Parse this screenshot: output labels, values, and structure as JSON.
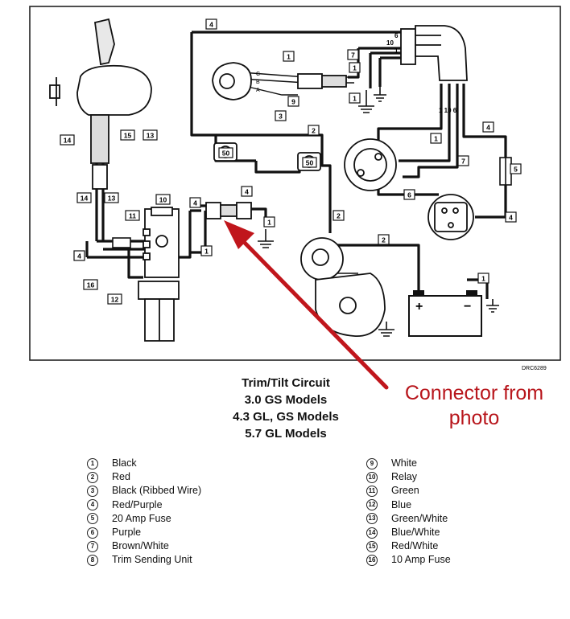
{
  "diagram": {
    "drawing_code": "DRC6289",
    "title_lines": [
      "Trim/Tilt Circuit",
      "3.0 GS Models",
      "4.3 GL, GS Models",
      "5.7 GL Models"
    ],
    "callout_lines": [
      "Connector from",
      "photo"
    ],
    "callout_color": "#b8161c",
    "battery_plus": "+",
    "battery_minus": "−",
    "labels": {
      "l1": "1",
      "l2": "2",
      "l3": "3",
      "l4": "4",
      "l5": "5",
      "l6": "6",
      "l7": "7",
      "l9": "9",
      "l10": "10",
      "l11": "11",
      "l12": "12",
      "l13": "13",
      "l14": "14",
      "l15": "15",
      "l16": "16",
      "l50": "50"
    },
    "pins": {
      "p6": "6",
      "p10": "10",
      "p1": "1",
      "p1106": "1 10 6",
      "pA": "A",
      "pB": "B",
      "pC": "C"
    }
  },
  "legend": {
    "left": [
      {
        "num": "1",
        "label": "Black"
      },
      {
        "num": "2",
        "label": "Red"
      },
      {
        "num": "3",
        "label": "Black (Ribbed Wire)"
      },
      {
        "num": "4",
        "label": "Red/Purple"
      },
      {
        "num": "5",
        "label": "20 Amp Fuse"
      },
      {
        "num": "6",
        "label": "Purple"
      },
      {
        "num": "7",
        "label": "Brown/White"
      },
      {
        "num": "8",
        "label": "Trim Sending Unit"
      }
    ],
    "right": [
      {
        "num": "9",
        "label": "White"
      },
      {
        "num": "10",
        "label": "Relay"
      },
      {
        "num": "11",
        "label": "Green"
      },
      {
        "num": "12",
        "label": "Blue"
      },
      {
        "num": "13",
        "label": "Green/White"
      },
      {
        "num": "14",
        "label": "Blue/White"
      },
      {
        "num": "15",
        "label": "Red/White"
      },
      {
        "num": "16",
        "label": "10 Amp Fuse"
      }
    ]
  }
}
